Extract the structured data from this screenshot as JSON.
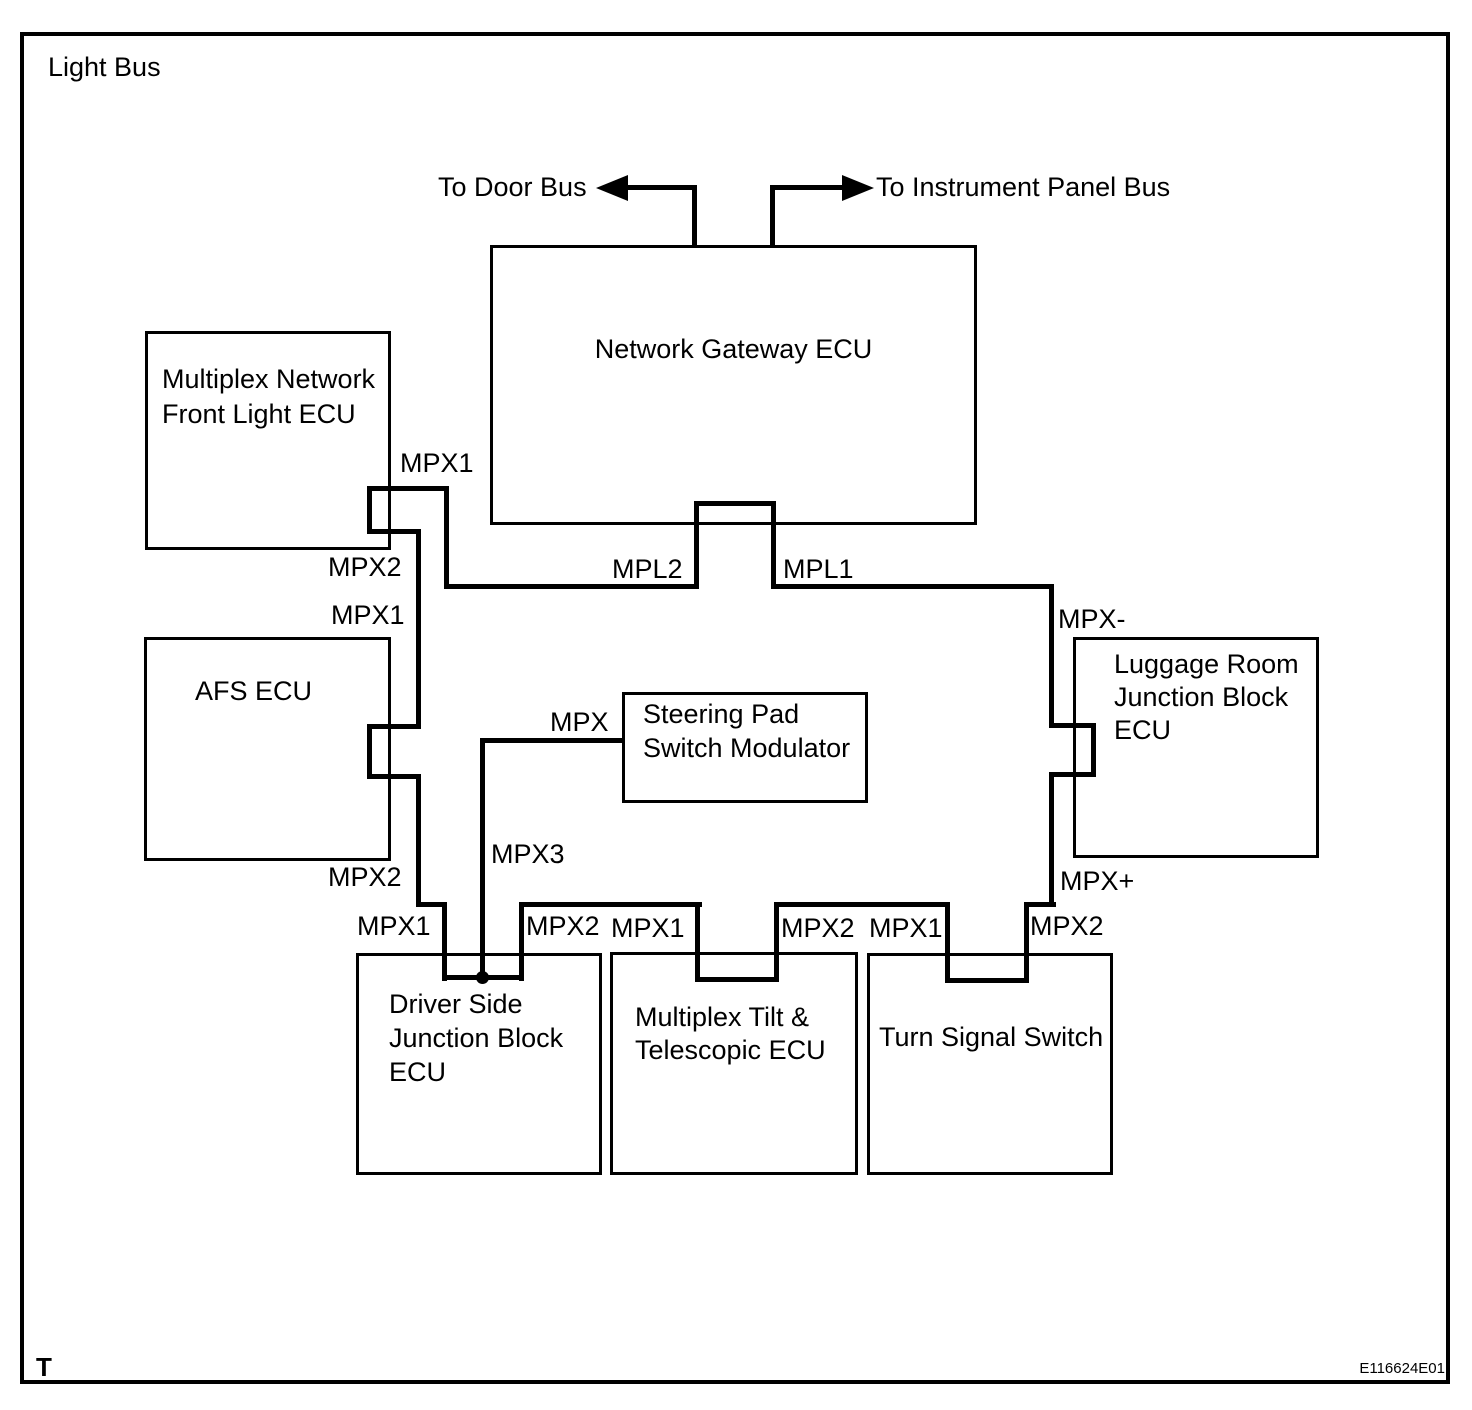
{
  "diagram": {
    "title": "Light Bus",
    "external_buses": {
      "door_bus": "To Door Bus",
      "instrument_panel_bus": "To Instrument Panel Bus"
    },
    "boxes": {
      "network_gateway": {
        "lines": [
          "Network Gateway ECU"
        ]
      },
      "front_light": {
        "lines": [
          "Multiplex Network",
          "Front Light ECU"
        ]
      },
      "afs": {
        "lines": [
          "AFS ECU"
        ]
      },
      "steering_pad": {
        "lines": [
          "Steering Pad",
          "Switch Modulator"
        ]
      },
      "luggage_room": {
        "lines": [
          "Luggage Room",
          "Junction Block",
          "ECU"
        ]
      },
      "driver_side": {
        "lines": [
          "Driver Side",
          "Junction Block",
          "ECU"
        ]
      },
      "tilt_telescopic": {
        "lines": [
          "Multiplex Tilt &",
          "Telescopic ECU"
        ]
      },
      "turn_signal": {
        "lines": [
          "Turn Signal Switch"
        ]
      }
    },
    "wire_labels": {
      "mpx1_front": "MPX1",
      "mpx2_front": "MPX2",
      "mpx1_afs": "MPX1",
      "mpx2_afs": "MPX2",
      "mpl2": "MPL2",
      "mpl1": "MPL1",
      "mpx_steering": "MPX",
      "mpx3": "MPX3",
      "mpx_minus": "MPX-",
      "mpx_plus": "MPX+",
      "mpx1_driver": "MPX1",
      "mpx2_driver": "MPX2",
      "mpx1_tilt": "MPX1",
      "mpx2_tilt": "MPX2",
      "mpx1_turn": "MPX1",
      "mpx2_turn": "MPX2"
    },
    "footer": {
      "left": "T",
      "right": "E116624E01"
    },
    "colors": {
      "line": "#000000",
      "background": "#ffffff"
    }
  }
}
